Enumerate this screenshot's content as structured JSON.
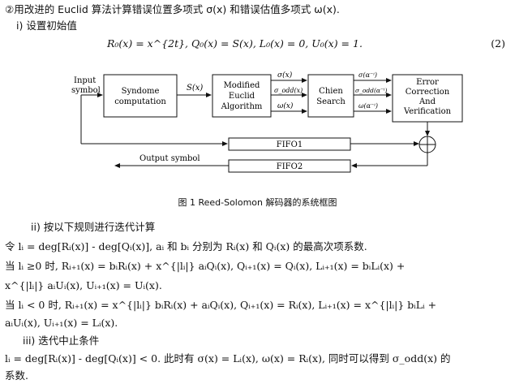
{
  "heading": "②用改进的 Euclid 算法计算错误位置多项式 σ(x) 和错误估值多项式 ω(x).",
  "step1_label": "i) 设置初始值",
  "init_equation": "R₀(x) = x^{2t},  Q₀(x) = S(x),  L₀(x) = 0,  U₀(x) = 1.",
  "equation_number": "(2)",
  "diagram": {
    "input_label_1": "Input",
    "input_label_2": "symbol",
    "syndrome_1": "Syndome",
    "syndrome_2": "computation",
    "sx": "S(x)",
    "euclid_1": "Modified",
    "euclid_2": "Euclid",
    "euclid_3": "Algorithm",
    "sigma": "σ(x)",
    "sigma_odd": "σ_odd(x)",
    "omega": "ω(x)",
    "chien_1": "Chien",
    "chien_2": "Search",
    "sigma_a": "σ(α⁻ⁱ)",
    "sigma_odd_a": "σ_odd(α⁻ⁱ)",
    "omega_a": "ω(α⁻ⁱ)",
    "ec_1": "Error",
    "ec_2": "Correction",
    "ec_3": "And",
    "ec_4": "Verification",
    "fifo1": "FIFO1",
    "fifo2": "FIFO2",
    "output_label": "Output symbol"
  },
  "caption": "图 1  Reed-Solomon 解码器的系统框图",
  "step2_label": "ii) 按以下规则进行迭代计算",
  "rule_line": "令 lᵢ = deg[Rᵢ(x)] - deg[Qᵢ(x)], aᵢ 和 bᵢ 分别为 Rᵢ(x) 和 Qᵢ(x) 的最高次项系数.",
  "case1_a": "当 lᵢ ≥0 时,  Rᵢ₊₁(x) = bᵢRᵢ(x) + x^{|lᵢ|} aᵢQᵢ(x),  Qᵢ₊₁(x) = Qᵢ(x),  Lᵢ₊₁(x) = bᵢLᵢ(x) +",
  "case1_b": "x^{|lᵢ|} aᵢUᵢ(x),  Uᵢ₊₁(x) = Uᵢ(x).",
  "case2_a": "当 lᵢ < 0 时,  Rᵢ₊₁(x) = x^{|lᵢ|} bᵢRᵢ(x) + aᵢQᵢ(x),  Qᵢ₊₁(x) = Rᵢ(x),  Lᵢ₊₁(x) = x^{|lᵢ|} bᵢLᵢ +",
  "case2_b": "aᵢUᵢ(x),  Uᵢ₊₁(x) = Lᵢ(x).",
  "step3_label": "iii) 迭代中止条件",
  "stop_a": "lᵢ = deg[Rᵢ(x)] - deg[Qᵢ(x)] < 0. 此时有 σ(x) = Lᵢ(x), ω(x) = Rᵢ(x), 同时可以得到 σ_odd(x) 的",
  "stop_b": "系数."
}
